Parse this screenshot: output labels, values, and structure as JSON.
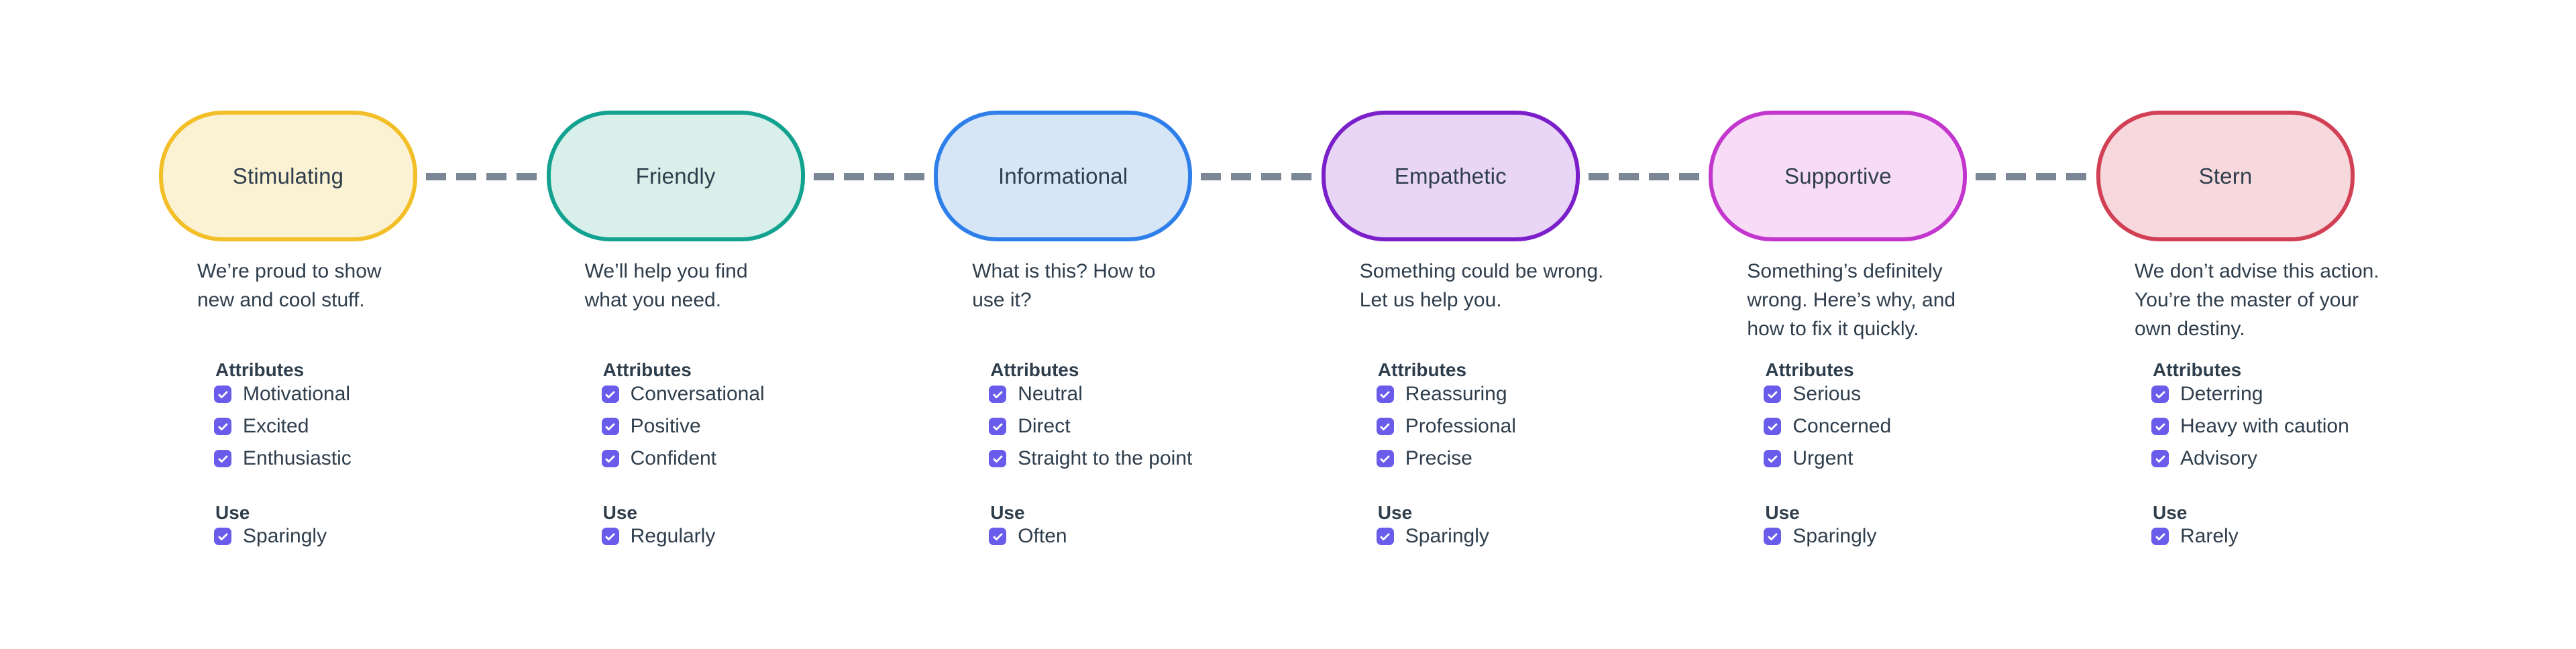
{
  "labels": {
    "attributes": "Attributes",
    "use": "Use"
  },
  "styles": {
    "background": "#FFFFFF",
    "text_color": "#2F3E4C",
    "checkbox_color": "#695CEB",
    "connector_color": "#7B8794"
  },
  "tones": [
    {
      "label": "Stimulating",
      "border_color": "#F2BF27",
      "fill_color": "#FBF1D3",
      "description": "We’re proud to show\nnew and cool stuff.",
      "attributes": [
        "Motivational",
        "Excited",
        "Enthusiastic"
      ],
      "use": "Sparingly"
    },
    {
      "label": "Friendly",
      "border_color": "#13A28F",
      "fill_color": "#D8EFEA",
      "description": "We’ll help you find\nwhat you need.",
      "attributes": [
        "Conversational",
        "Positive",
        "Confident"
      ],
      "use": "Regularly"
    },
    {
      "label": "Informational",
      "border_color": "#2E7FE9",
      "fill_color": "#D6E6F7",
      "description": "What is this? How to\nuse it?",
      "attributes": [
        "Neutral",
        "Direct",
        "Straight to the point"
      ],
      "use": "Often"
    },
    {
      "label": "Empathetic",
      "border_color": "#7A1FC9",
      "fill_color": "#E9D6F6",
      "description": "Something could be wrong.\nLet us help you.",
      "attributes": [
        "Reassuring",
        "Professional",
        "Precise"
      ],
      "use": "Sparingly"
    },
    {
      "label": "Supportive",
      "border_color": "#C336CE",
      "fill_color": "#F7DBF7",
      "description": "Something’s definitely\nwrong. Here’s why, and\nhow to fix it quickly.",
      "attributes": [
        "Serious",
        "Concerned",
        "Urgent"
      ],
      "use": "Sparingly"
    },
    {
      "label": "Stern",
      "border_color": "#D14055",
      "fill_color": "#F7D9DD",
      "description": "We don’t advise this action.\nYou’re the master of your\nown destiny.",
      "attributes": [
        "Deterring",
        "Heavy with caution",
        "Advisory"
      ],
      "use": "Rarely"
    }
  ]
}
